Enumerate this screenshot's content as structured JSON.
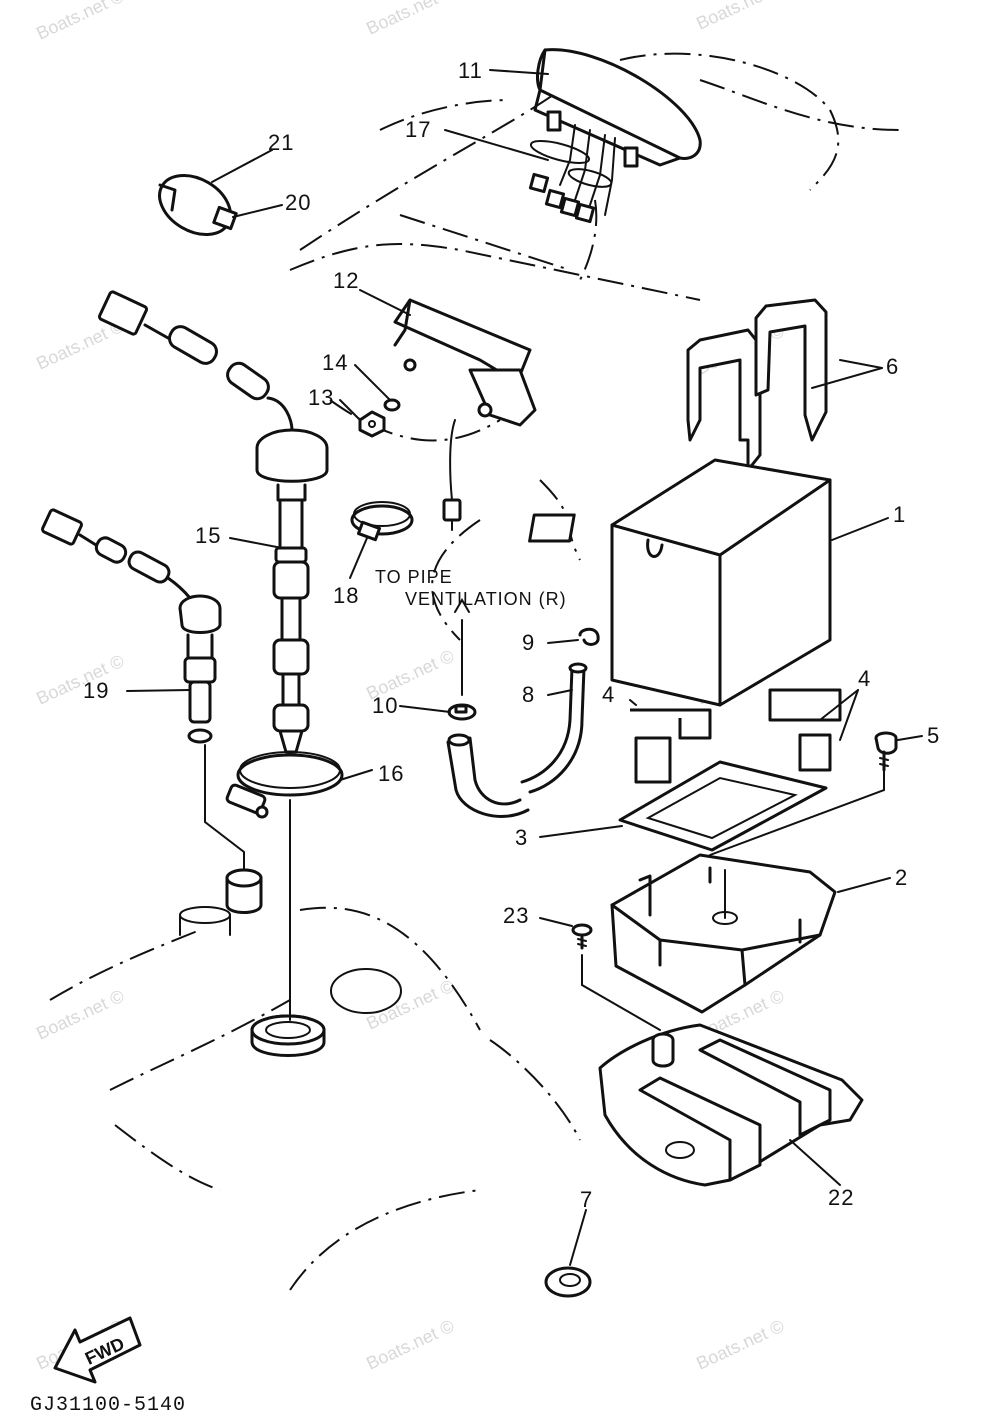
{
  "diagram": {
    "callouts": [
      "1",
      "2",
      "3",
      "4",
      "4",
      "5",
      "6",
      "7",
      "8",
      "9",
      "10",
      "11",
      "12",
      "13",
      "14",
      "15",
      "16",
      "17",
      "18",
      "19",
      "20",
      "21",
      "22",
      "23"
    ],
    "note": {
      "line1": "TO PIPE",
      "line2": "VENTILATION (R)"
    },
    "fwd_label": "FWD",
    "drawing_code": "GJ31100-5140",
    "watermark": "Boats.net ©"
  }
}
